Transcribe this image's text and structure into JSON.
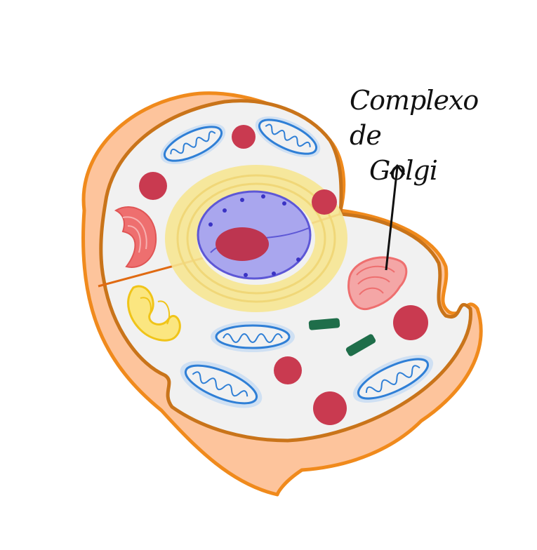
{
  "diagram": {
    "subject": "animal-cell-cutaway",
    "callout": {
      "line1": "Complexo de",
      "line2": "Golgi",
      "points_to": "golgi-apparatus"
    },
    "colors": {
      "membrane_fill": "#fdc49c",
      "membrane_stroke": "#f08a1c",
      "cytoplasm": "#f1f1f1",
      "cut_line": "#e06a12",
      "nucleus": "#a9a6ee",
      "nucleus_stroke": "#5d57d6",
      "nucleolus": "#bd3550",
      "endoplasmic_reticulum": "#f6e592",
      "mitochondria": "#2f7fd6",
      "mitochondria_halo": "#cfe0f3",
      "lysosome": "#c93a50",
      "golgi": "#ee6f6f",
      "golgi_fill": "#f4a6a6",
      "centrioles": "#1f6e4a",
      "smooth_er": "#f0c419",
      "text": "#111111"
    }
  }
}
